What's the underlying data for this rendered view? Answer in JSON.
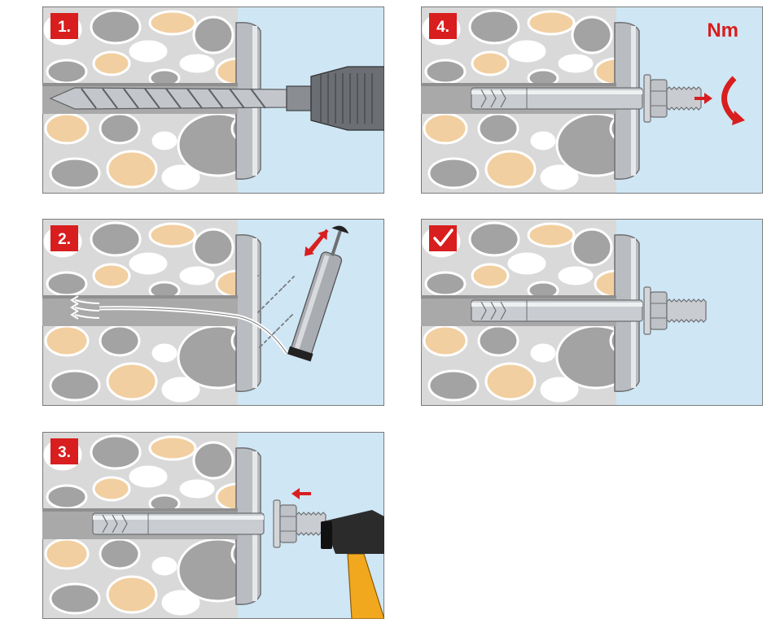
{
  "steps": [
    {
      "id": "step1",
      "label": "1.",
      "tool": "drill"
    },
    {
      "id": "step2",
      "label": "2.",
      "tool": "blow-pump"
    },
    {
      "id": "step3",
      "label": "3.",
      "tool": "hammer"
    },
    {
      "id": "step4",
      "label": "4.",
      "tool": "torque",
      "torque_label": "Nm"
    },
    {
      "id": "step5",
      "label": "",
      "tool": "check-icon"
    }
  ],
  "colors": {
    "stone_bg": "#d9d9d9",
    "pebble_gray": "#a3a3a3",
    "pebble_tan": "#f2cfa0",
    "pebble_white": "#ffffff",
    "sky": "#cfe6f4",
    "badge_red": "#d81e1e",
    "arrow_red": "#d81e1e",
    "steel": "#c9ccd0",
    "hammer_handle": "#f1a81e",
    "hammer_head": "#2b2b2b"
  }
}
